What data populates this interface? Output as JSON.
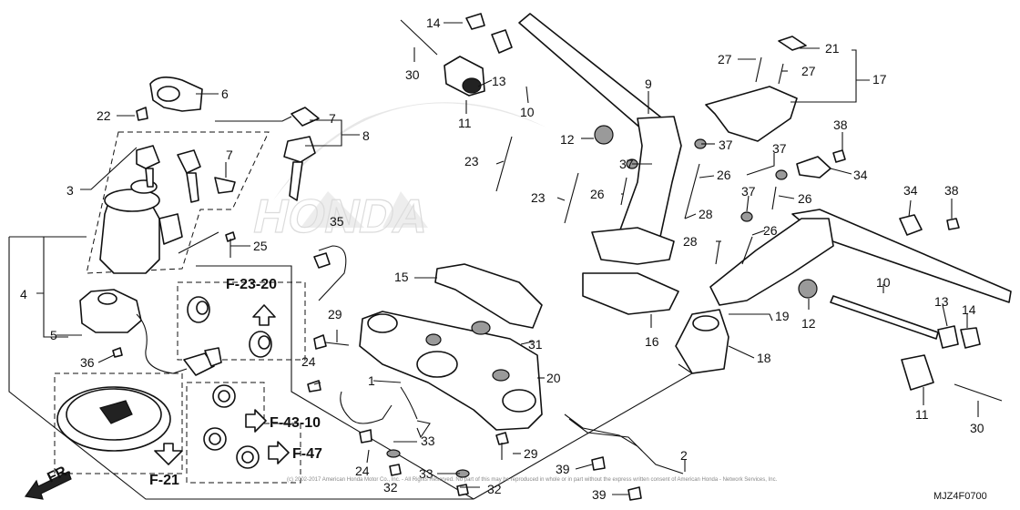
{
  "diagram": {
    "drawing_code": "MJZ4F0700",
    "front_marker": "FR.",
    "copyright": "(c) 2002-2017 American Honda Motor Co., Inc. - All Rights Reserved. No part of this may be reproduced in whole or in part without the express written consent of American Honda - Network Services, Inc.",
    "references": [
      {
        "id": "ref-f-23-20",
        "text": "F-23-20"
      },
      {
        "id": "ref-f-43-10",
        "text": "F-43-10"
      },
      {
        "id": "ref-f-47",
        "text": "F-47"
      },
      {
        "id": "ref-f-21",
        "text": "F-21"
      }
    ],
    "callouts": [
      "1",
      "2",
      "3",
      "4",
      "5",
      "6",
      "7",
      "7b",
      "8",
      "9",
      "10",
      "10b",
      "11",
      "11b",
      "12",
      "12b",
      "13",
      "13b",
      "14",
      "14b",
      "15",
      "16",
      "17",
      "18",
      "19",
      "20",
      "21",
      "22",
      "23",
      "23b",
      "24",
      "24b",
      "25",
      "26",
      "26b",
      "26c",
      "26d",
      "27",
      "27b",
      "28",
      "28b",
      "29",
      "29b",
      "30",
      "30b",
      "31",
      "32",
      "32b",
      "33",
      "33b",
      "34",
      "34b",
      "35",
      "36",
      "37",
      "37b",
      "37c",
      "37d",
      "38",
      "38b",
      "39",
      "39b"
    ],
    "callout_text": {
      "1": "1",
      "2": "2",
      "3": "3",
      "4": "4",
      "5": "5",
      "6": "6",
      "7": "7",
      "7b": "7",
      "8": "8",
      "9": "9",
      "10": "10",
      "10b": "10",
      "11": "11",
      "11b": "11",
      "12": "12",
      "12b": "12",
      "13": "13",
      "13b": "13",
      "14": "14",
      "14b": "14",
      "15": "15",
      "16": "16",
      "17": "17",
      "18": "18",
      "19": "19",
      "20": "20",
      "21": "21",
      "22": "22",
      "23": "23",
      "23b": "23",
      "24": "24",
      "24b": "24",
      "25": "25",
      "26": "26",
      "26b": "26",
      "26c": "26",
      "26d": "26",
      "27": "27",
      "27b": "27",
      "28": "28",
      "28b": "28",
      "29": "29",
      "29b": "29",
      "30": "30",
      "30b": "30",
      "31": "31",
      "32": "32",
      "32b": "32",
      "33": "33",
      "33b": "33",
      "34": "34",
      "34b": "34",
      "35": "35",
      "36": "36",
      "37": "37",
      "37b": "37",
      "37c": "37",
      "37d": "37",
      "38": "38",
      "38b": "38",
      "39": "39",
      "39b": "39"
    },
    "watermark": "HONDA"
  }
}
